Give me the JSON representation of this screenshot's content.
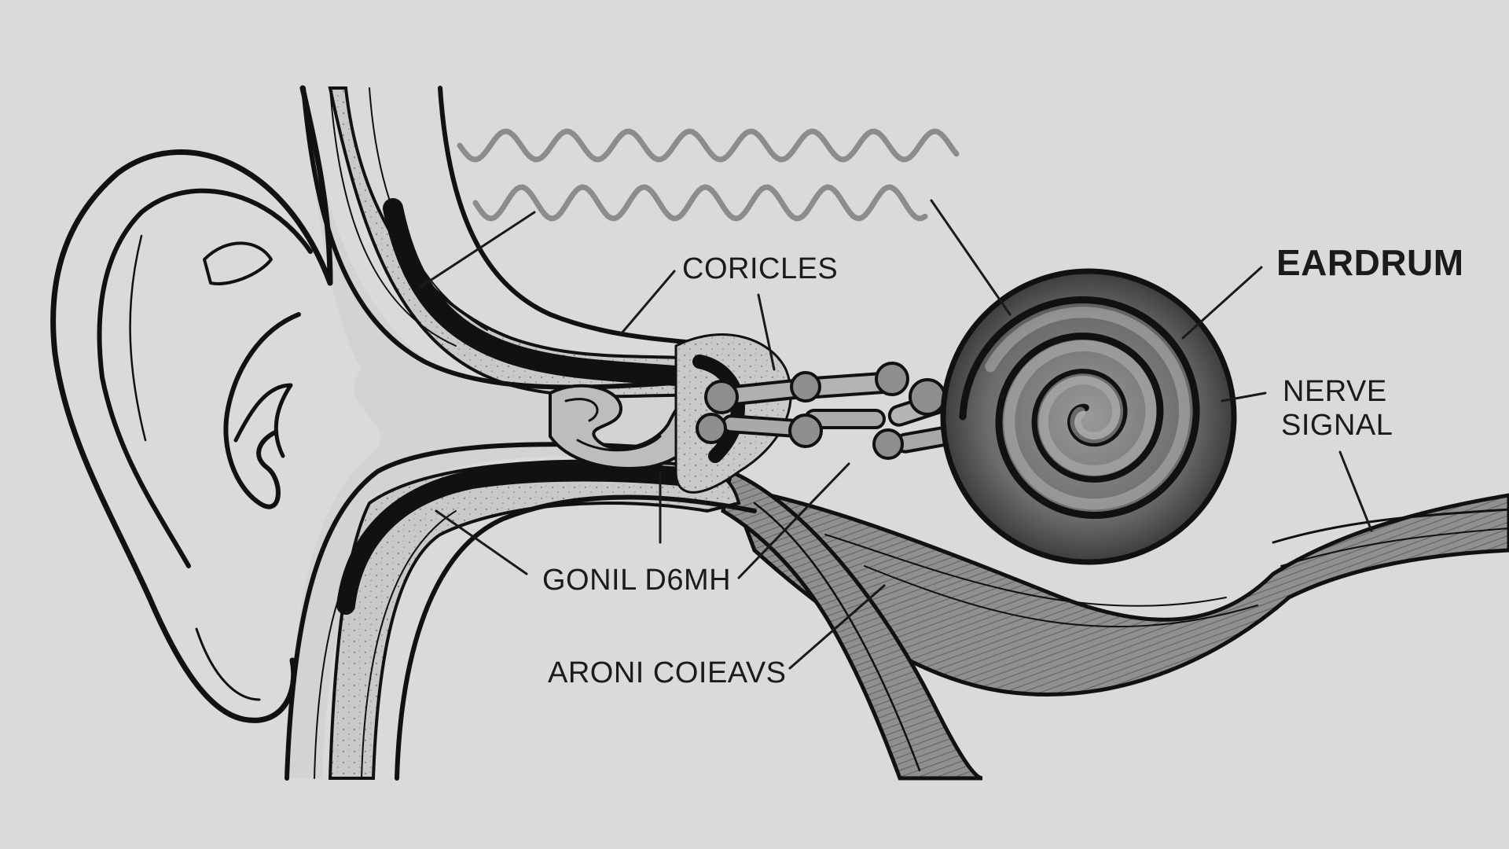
{
  "diagram": {
    "labels": {
      "coricles": "CORICLES",
      "eardrum": "EARDRUM",
      "nerve_signal_line1": "NERVE",
      "nerve_signal_line2": "SIGNAL",
      "gonil_d6mh": "GONIL D6MH",
      "aroni_coieavs": "ARONI COIEAVS"
    },
    "colors": {
      "background": "#dadada",
      "ink": "#111111",
      "tissue_dark": "#4a4a4a",
      "tissue_mid": "#8a8a8a",
      "tissue_light": "#c4c4c4",
      "sound_wave": "#8c8c8c"
    },
    "icons": [
      "outer-ear",
      "sound-waves",
      "ear-canal",
      "ossicle-chain",
      "cochlea-spiral",
      "auditory-nerve"
    ]
  }
}
